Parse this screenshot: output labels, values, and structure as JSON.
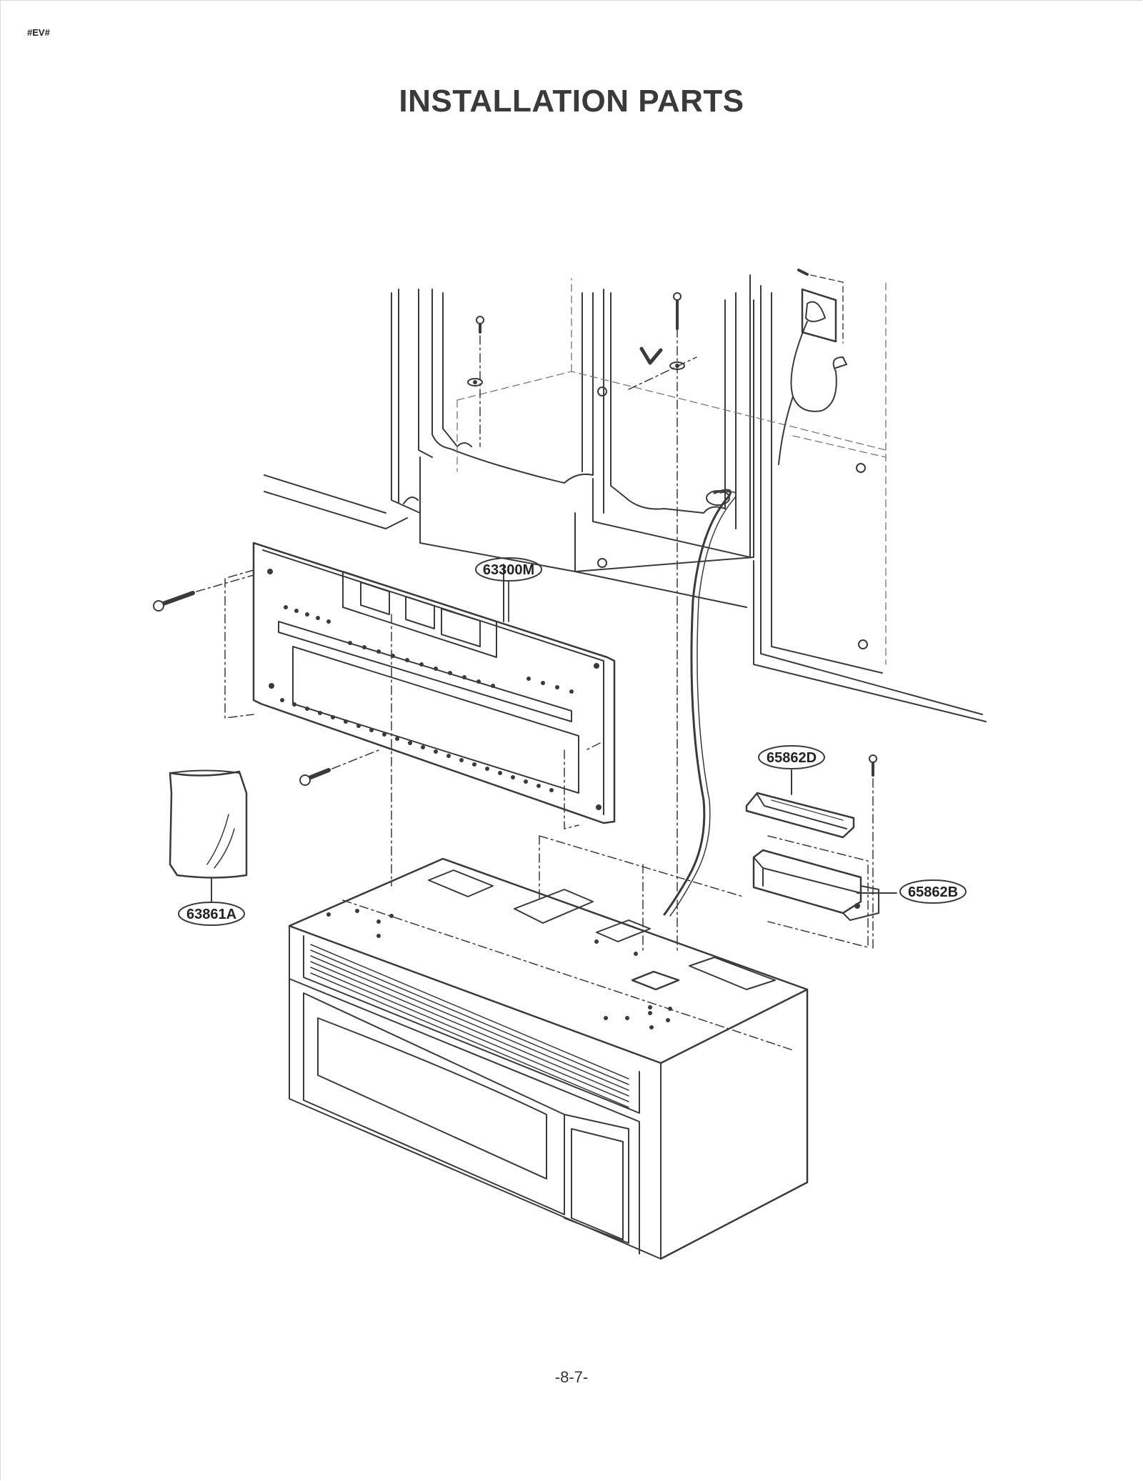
{
  "header": {
    "code": "#EV#",
    "title": "INSTALLATION PARTS"
  },
  "parts": [
    {
      "id": "63300M"
    },
    {
      "id": "65862D"
    },
    {
      "id": "65862B"
    },
    {
      "id": "63861A"
    }
  ],
  "footer": {
    "page": "-8-7-"
  }
}
